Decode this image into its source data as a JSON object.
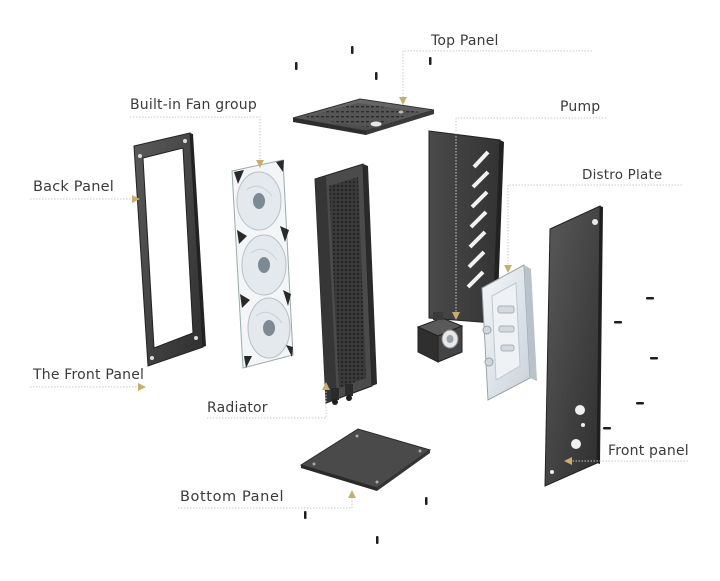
{
  "labels": {
    "top_panel": "Top Panel",
    "fan_group": "Built-in Fan group",
    "pump": "Pump",
    "distro_plate": "Distro Plate",
    "back_panel": "Back Panel",
    "the_front_panel": "The Front Panel",
    "radiator": "Radiator",
    "front_panel": "Front panel",
    "bottom_panel": "Bottom Panel"
  },
  "colors": {
    "leader_line": "#c9c9c9",
    "arrow": "#c8ae6e",
    "panel_dark": "#3b3b3b",
    "label_text": "#3a3a3a"
  }
}
